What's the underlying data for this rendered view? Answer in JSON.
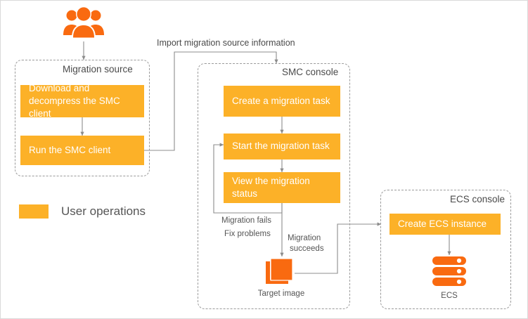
{
  "diagram": {
    "title_top_edge_label": "Import migration source information",
    "colors": {
      "operation_box": "#fcb128",
      "icon_orange": "#f96a10",
      "connector": "#8c8c8c",
      "group_border": "#9a9a9a",
      "text_dark": "#4a4a4a",
      "text_light": "#555555",
      "box_text": "#ffffff"
    },
    "actor": {
      "icon": "users-group-icon",
      "label": ""
    },
    "groups": [
      {
        "id": "migration-source",
        "title": "Migration source",
        "steps": [
          {
            "id": "download-smc-client",
            "label": "Download and decompress the SMC client"
          },
          {
            "id": "run-smc-client",
            "label": "Run the SMC client"
          }
        ]
      },
      {
        "id": "smc-console",
        "title": "SMC console",
        "steps": [
          {
            "id": "create-migration-task",
            "label": "Create a migration task"
          },
          {
            "id": "start-migration-task",
            "label": "Start the migration task"
          },
          {
            "id": "view-migration-status",
            "label": "View the migration status"
          }
        ],
        "artifacts": [
          {
            "id": "target-image",
            "icon": "image-stack-icon",
            "caption": "Target image"
          }
        ]
      },
      {
        "id": "ecs-console",
        "title": "ECS console",
        "steps": [
          {
            "id": "create-ecs-instance",
            "label": "Create ECS instance"
          }
        ],
        "artifacts": [
          {
            "id": "ecs-server",
            "icon": "server-stack-icon",
            "caption": "ECS"
          }
        ]
      }
    ],
    "edge_labels": {
      "import_source_info": "Import migration source information",
      "migration_fails": "Migration fails",
      "fix_problems": "Fix problems",
      "migration_succeeds_line1": "Migration",
      "migration_succeeds_line2": "succeeds"
    },
    "legend": {
      "swatch_color": "#fcb128",
      "label": "User operations"
    }
  }
}
